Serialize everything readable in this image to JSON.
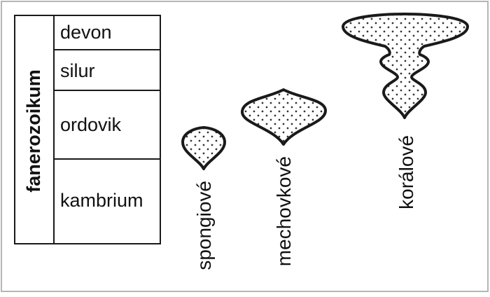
{
  "eon_label": "fanerozoikum",
  "periods": [
    {
      "name": "devon"
    },
    {
      "name": "silur"
    },
    {
      "name": "ordovik"
    },
    {
      "name": "kambrium"
    }
  ],
  "groups": [
    {
      "name": "spongiové"
    },
    {
      "name": "mechovkové"
    },
    {
      "name": "korálové"
    }
  ],
  "colors": {
    "frame": "#b5b5b5",
    "ink": "#1a1a1a",
    "dots": "#333333",
    "background": "#ffffff"
  }
}
